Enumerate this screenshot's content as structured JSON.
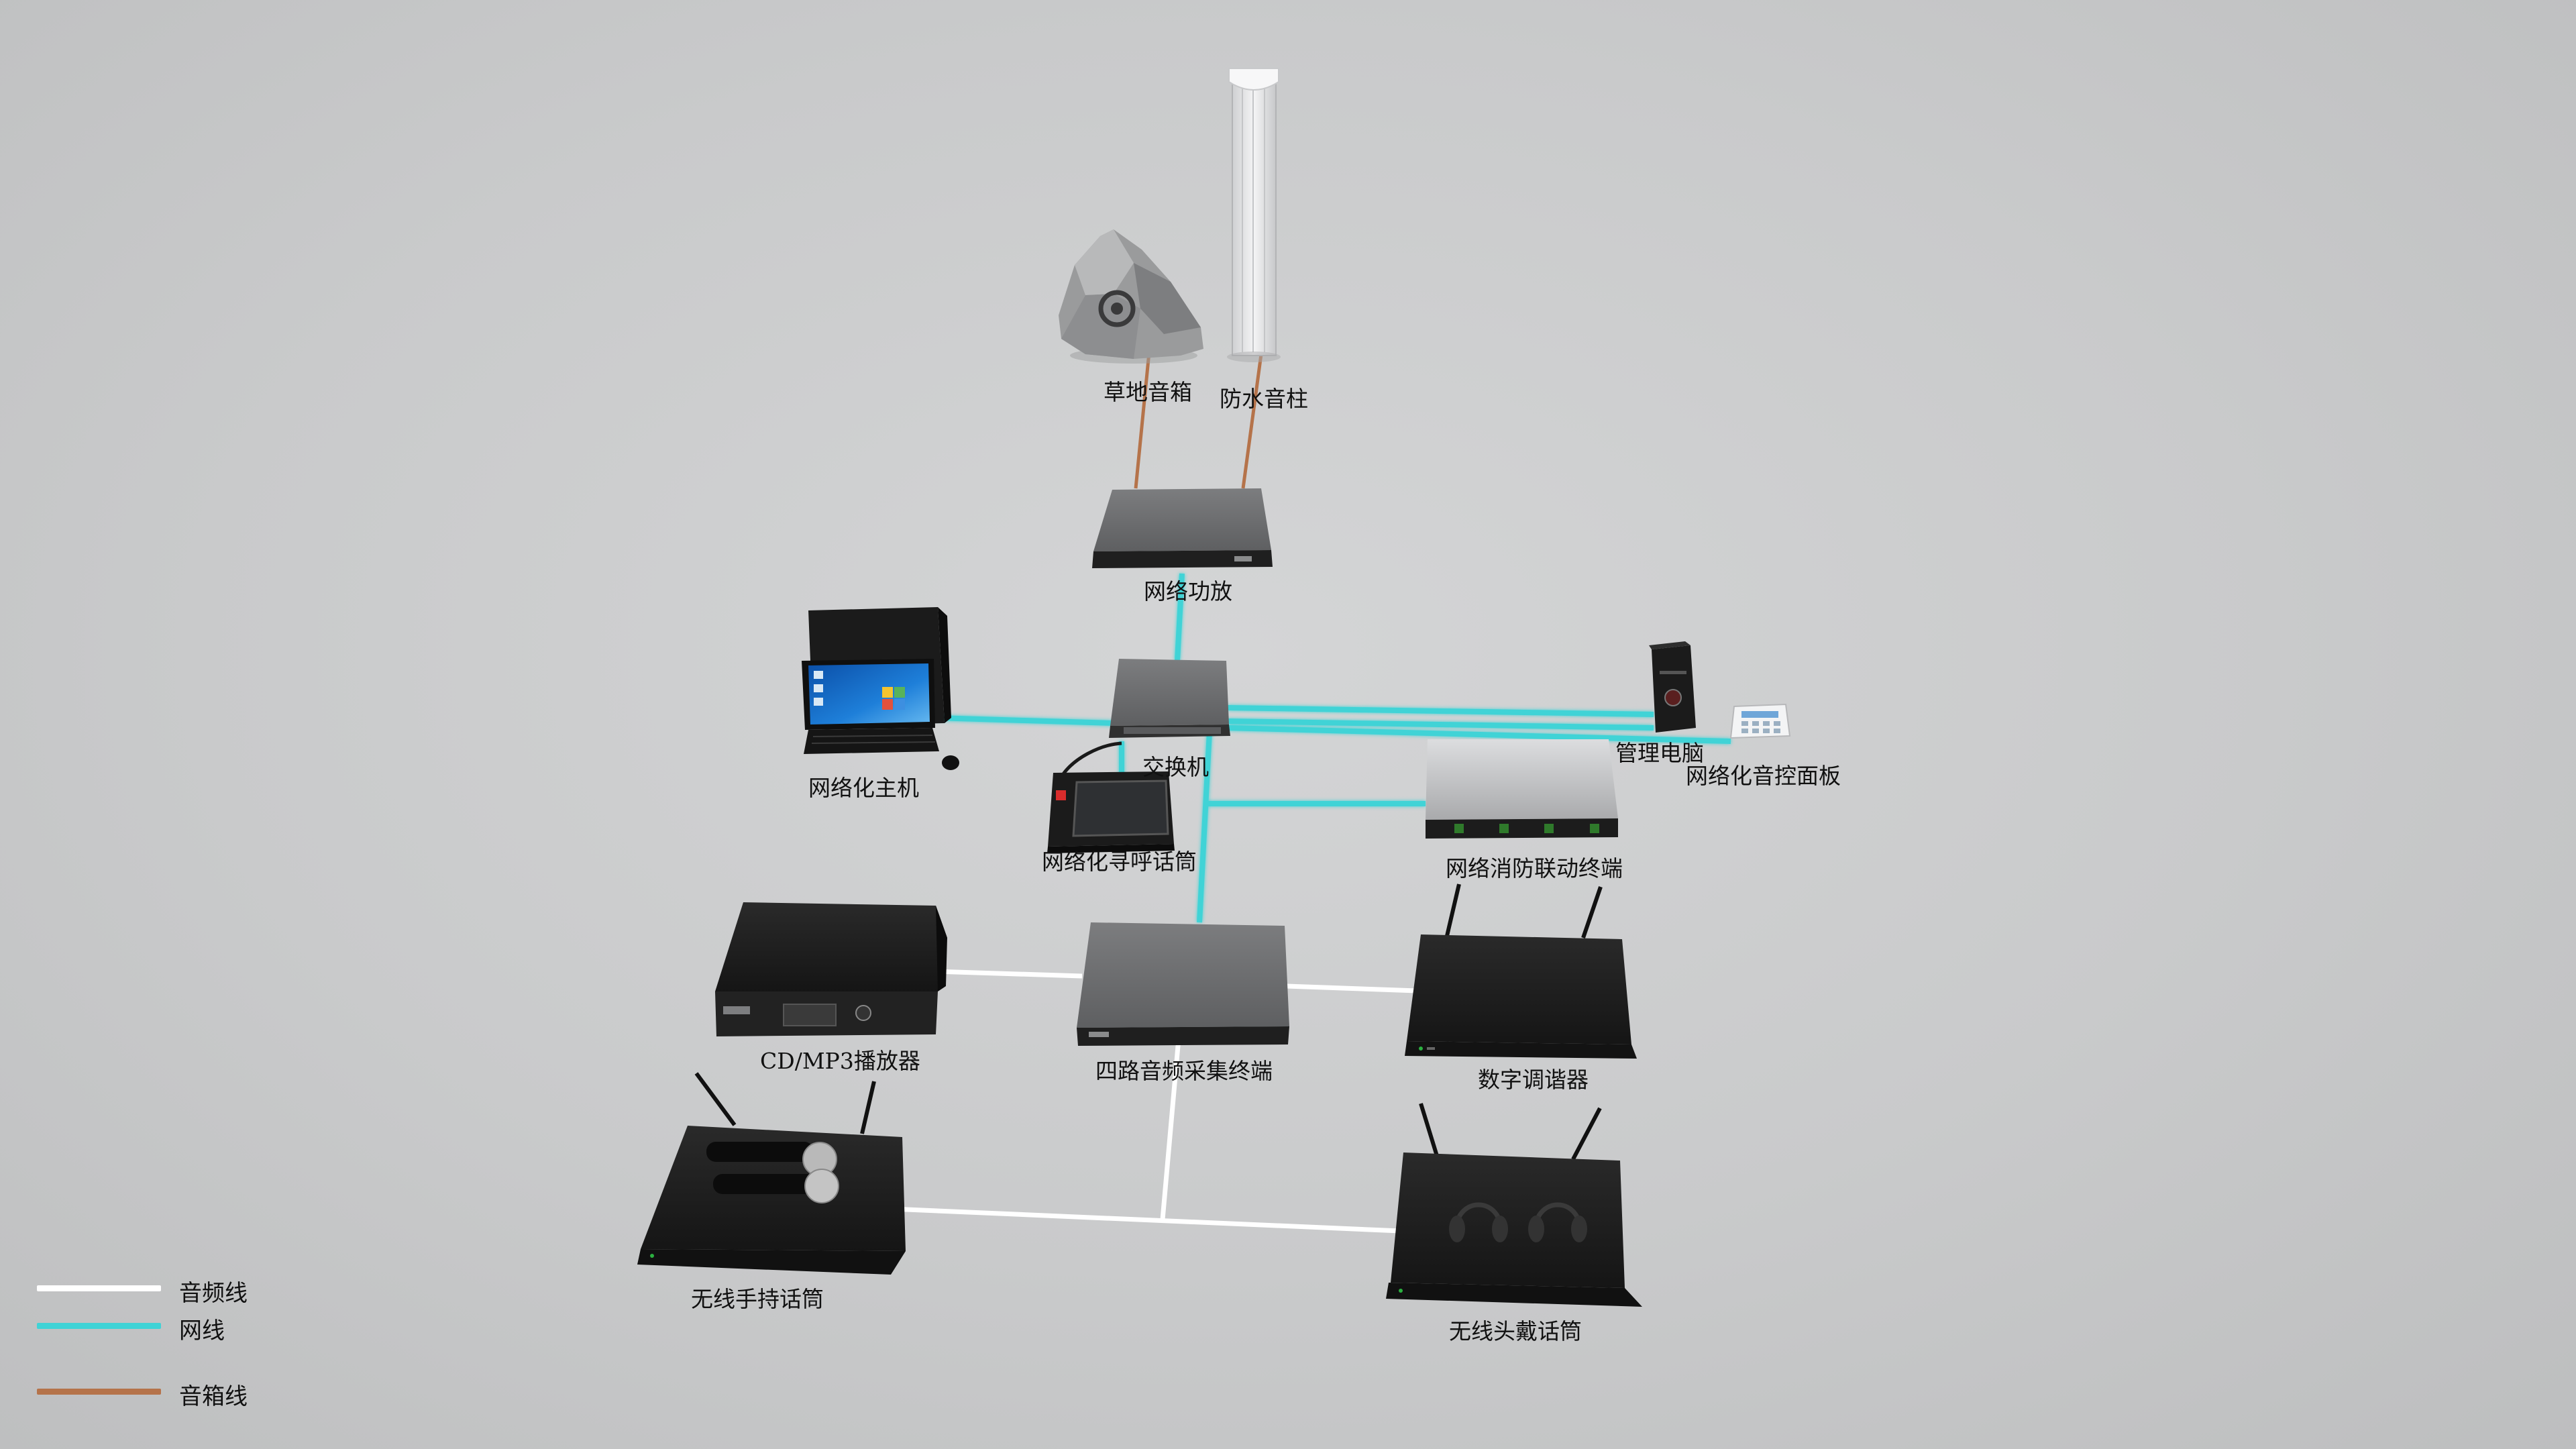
{
  "legend": {
    "audio_line": "音频线",
    "network_line": "网线",
    "speaker_line": "音箱线"
  },
  "colors": {
    "audio_line": "#ffffff",
    "network_line": "#3fd3d6",
    "speaker_line": "#b5734a",
    "device_body": "#6b6c6e",
    "device_dark": "#1c1c1c"
  },
  "devices": {
    "lawn_speaker": "草地音箱",
    "waterproof_column": "防水音柱",
    "network_amplifier": "网络功放",
    "switch": "交换机",
    "network_host": "网络化主机",
    "management_pc": "管理电脑",
    "control_panel": "网络化音控面板",
    "paging_mic": "网络化寻呼话筒",
    "fire_terminal": "网络消防联动终端",
    "cd_player": "CD/MP3播放器",
    "audio_capture": "四路音频采集终端",
    "digital_tuner": "数字调谐器",
    "wireless_handheld": "无线手持话筒",
    "wireless_headset": "无线头戴话筒"
  }
}
